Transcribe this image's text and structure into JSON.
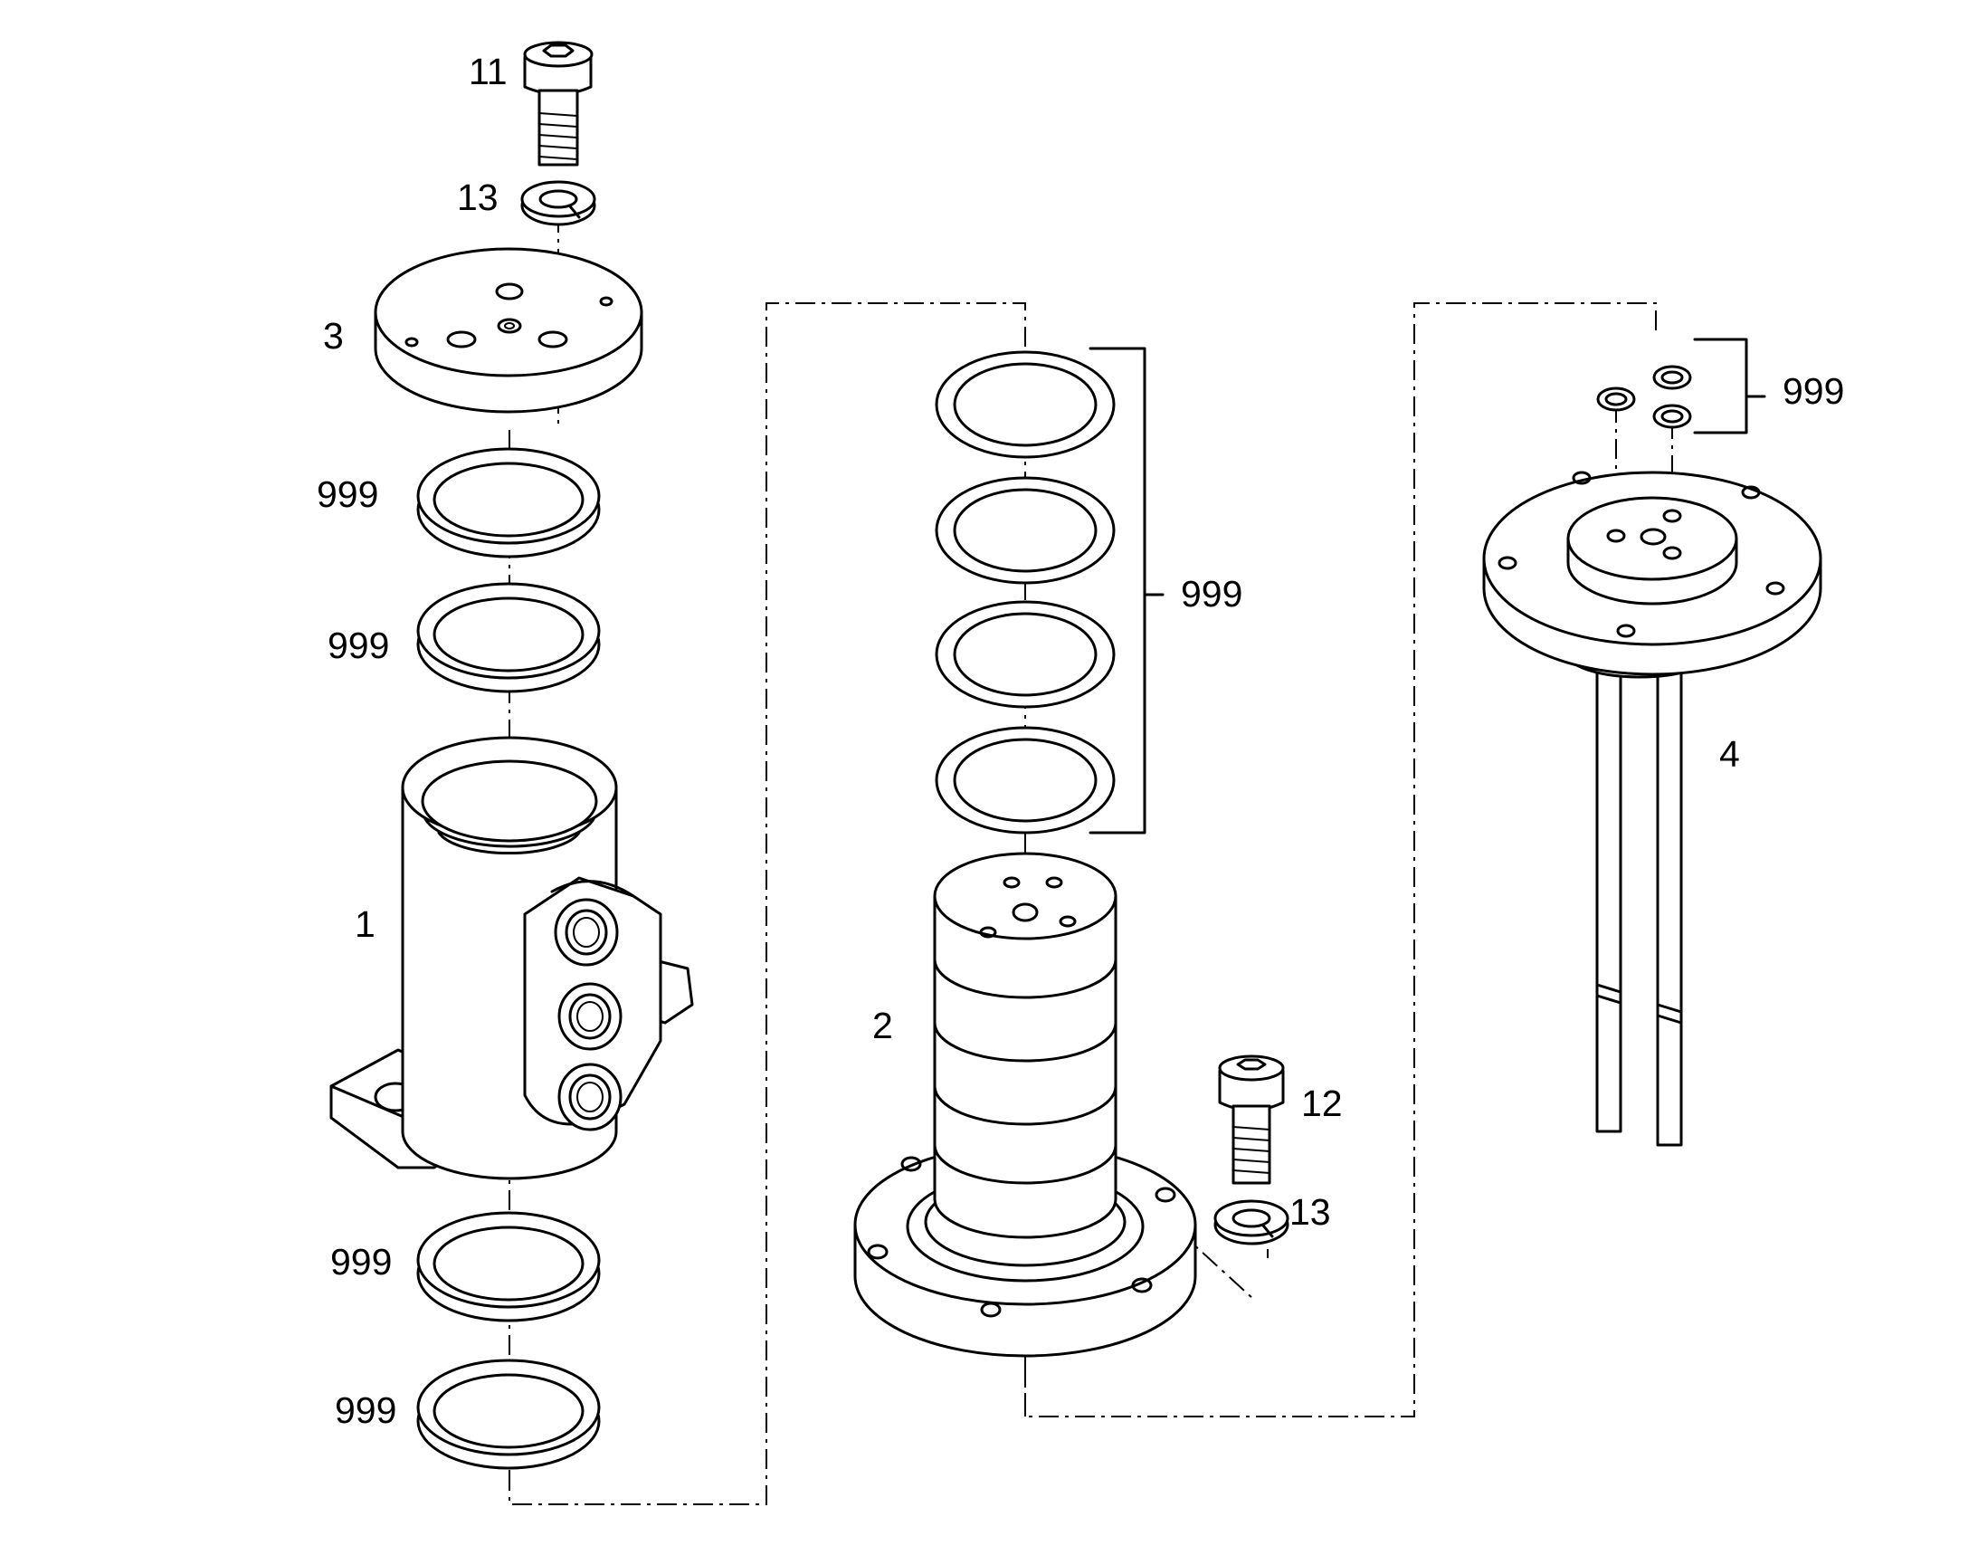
{
  "diagram": {
    "type": "exploded-parts-view",
    "callouts": {
      "screw_top": "11",
      "washer_top": "13",
      "cover": "3",
      "seal_a": "999",
      "seal_b": "999",
      "housing": "1",
      "seal_c": "999",
      "seal_d": "999",
      "seals_stack": "999",
      "shaft": "2",
      "screw_mid": "12",
      "washer_mid": "13",
      "seals_small": "999",
      "plate": "4"
    }
  }
}
